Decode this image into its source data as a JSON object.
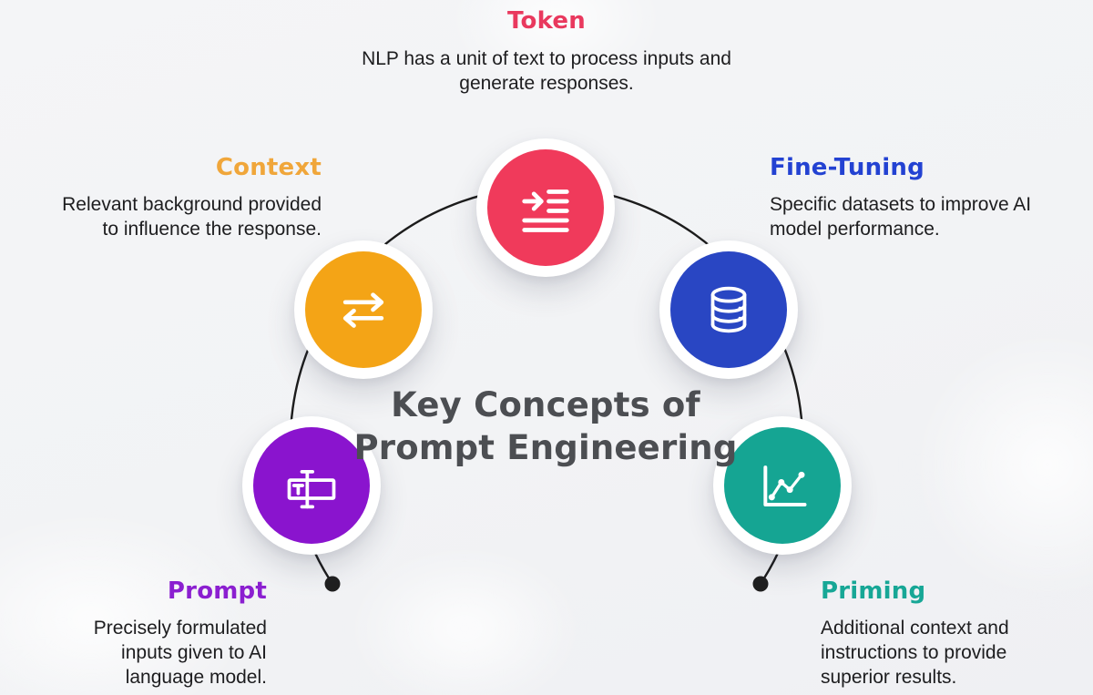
{
  "background_color": "#f3f4f6",
  "title": {
    "full": "Key Concepts of Prompt Engineering",
    "line1": "Key Concepts of",
    "line2": "Prompt Engineering",
    "color": "#4c4e52"
  },
  "arc": {
    "color": "#1c1c1c",
    "dot_color": "#1f1f1f"
  },
  "concepts": {
    "token": {
      "label": "Token",
      "label_color": "#e9395e",
      "color": "#f03a5b",
      "icon": "merge-text-lines-icon",
      "description": "NLP has a unit of text to process inputs and generate responses.",
      "lines": [
        "NLP has a unit of text to process inputs and",
        "generate responses."
      ]
    },
    "context": {
      "label": "Context",
      "label_color": "#f0a63a",
      "color": "#f4a416",
      "icon": "transfer-arrows-icon",
      "description": "Relevant background provided to influence the response.",
      "lines": [
        "Relevant background provided",
        "to influence the response."
      ]
    },
    "fine_tuning": {
      "label": "Fine-Tuning",
      "label_color": "#2342d2",
      "color": "#2946c3",
      "icon": "database-icon",
      "description": "Specific datasets to improve AI model performance.",
      "lines": [
        "Specific datasets to improve AI",
        "model performance."
      ]
    },
    "prompt": {
      "label": "Prompt",
      "label_color": "#8b1fd0",
      "color": "#8a14ce",
      "icon": "text-input-field-icon",
      "description": "Precisely formulated inputs given to AI language model.",
      "lines": [
        "Precisely formulated",
        "inputs given to AI",
        "language model."
      ]
    },
    "priming": {
      "label": "Priming",
      "label_color": "#17a796",
      "color": "#15a593",
      "icon": "line-chart-icon",
      "description": "Additional context and instructions to provide superior results.",
      "lines": [
        "Additional context and",
        "instructions to provide",
        "superior results."
      ]
    }
  }
}
